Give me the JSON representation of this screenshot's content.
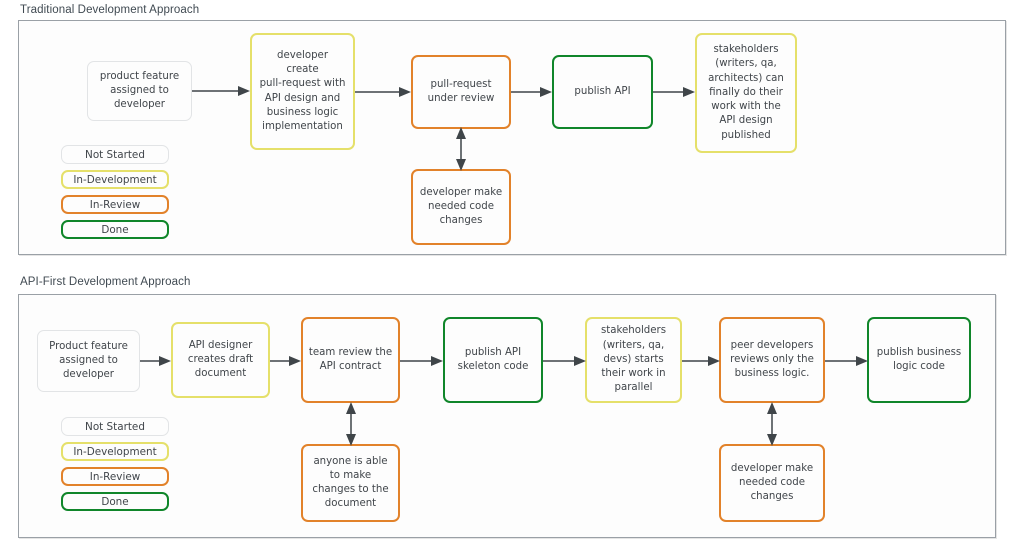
{
  "page": {
    "background": "#ffffff",
    "text_color": "#40454a"
  },
  "colors": {
    "not_started": "#e2e4e6",
    "in_development": "#e5e06a",
    "in_review": "#e2822a",
    "done": "#10862a",
    "arrow": "#3f4549",
    "canvas_border": "#9aa0a6",
    "node_fill": "#fdfdfd"
  },
  "legend_labels": {
    "not_started": "Not Started",
    "in_development": "In-Development",
    "in_review": "In-Review",
    "done": "Done"
  },
  "sections": [
    {
      "id": "traditional",
      "title": "Traditional Development Approach",
      "nodes": [
        {
          "id": "t1",
          "label": "product feature\nassigned to\ndeveloper",
          "status": "not_started"
        },
        {
          "id": "t2",
          "label": "developer\ncreate\npull-request with\nAPI design and\nbusiness logic\nimplementation",
          "status": "in_development"
        },
        {
          "id": "t3",
          "label": "pull-request\nunder review",
          "status": "in_review"
        },
        {
          "id": "t4",
          "label": "publish API",
          "status": "done"
        },
        {
          "id": "t5",
          "label": "stakeholders\n(writers, qa,\narchitects) can\nfinally do their\nwork with the\nAPI design\npublished",
          "status": "in_development"
        },
        {
          "id": "t6",
          "label": "developer make\nneeded code\nchanges",
          "status": "in_review"
        }
      ],
      "edges": [
        {
          "from": "t1",
          "to": "t2",
          "direction": "one-way"
        },
        {
          "from": "t2",
          "to": "t3",
          "direction": "one-way"
        },
        {
          "from": "t3",
          "to": "t4",
          "direction": "one-way"
        },
        {
          "from": "t4",
          "to": "t5",
          "direction": "one-way"
        },
        {
          "from": "t3",
          "to": "t6",
          "direction": "two-way"
        }
      ]
    },
    {
      "id": "apifirst",
      "title": "API-First Development Approach",
      "nodes": [
        {
          "id": "a1",
          "label": "Product feature\nassigned to\ndeveloper",
          "status": "not_started"
        },
        {
          "id": "a2",
          "label": "API designer\ncreates draft\ndocument",
          "status": "in_development"
        },
        {
          "id": "a3",
          "label": "team review the\nAPI contract",
          "status": "in_review"
        },
        {
          "id": "a4",
          "label": "publish API\nskeleton code",
          "status": "done"
        },
        {
          "id": "a5",
          "label": "stakeholders\n(writers, qa,\ndevs) starts\ntheir work in\nparallel",
          "status": "in_development"
        },
        {
          "id": "a6",
          "label": "peer developers\nreviews only the\nbusiness logic.",
          "status": "in_review"
        },
        {
          "id": "a7",
          "label": "publish business\nlogic code",
          "status": "done"
        },
        {
          "id": "a8",
          "label": "anyone is able\nto make\nchanges to the\ndocument",
          "status": "in_review"
        },
        {
          "id": "a9",
          "label": "developer make\nneeded code\nchanges",
          "status": "in_review"
        }
      ],
      "edges": [
        {
          "from": "a1",
          "to": "a2",
          "direction": "one-way"
        },
        {
          "from": "a2",
          "to": "a3",
          "direction": "one-way"
        },
        {
          "from": "a3",
          "to": "a4",
          "direction": "one-way"
        },
        {
          "from": "a4",
          "to": "a5",
          "direction": "one-way"
        },
        {
          "from": "a5",
          "to": "a6",
          "direction": "one-way"
        },
        {
          "from": "a6",
          "to": "a7",
          "direction": "one-way"
        },
        {
          "from": "a3",
          "to": "a8",
          "direction": "two-way"
        },
        {
          "from": "a6",
          "to": "a9",
          "direction": "two-way"
        }
      ]
    }
  ]
}
